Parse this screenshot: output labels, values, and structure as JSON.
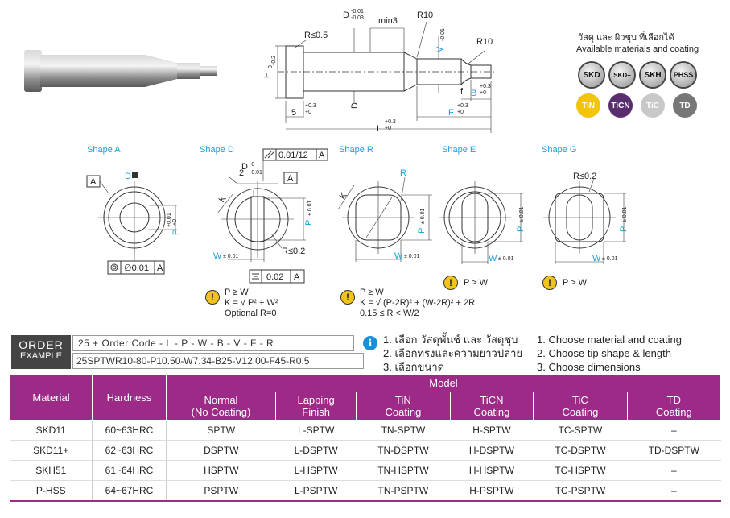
{
  "drawing": {
    "dim_D": "D",
    "dim_D_tol_upper": "-0.01",
    "dim_D_tol_lower": "-0.03",
    "dim_min3": "min3",
    "dim_R10_top": "R10",
    "dim_R05": "R≤0.5",
    "dim_V": "V",
    "dim_V_tol": "-0.01",
    "dim_R10_right": "R10",
    "dim_H": "H",
    "dim_H_tol_upper": "0",
    "dim_H_tol_lower": "-0.2",
    "dim_DT": "D",
    "dim_f": "f",
    "dim_B": "B",
    "dim_B_tol_upper": "+0.3",
    "dim_B_tol_lower": "+0",
    "dim_5": "5",
    "dim_5_tol_upper": "+0.3",
    "dim_5_tol_lower": "+0",
    "dim_F": "F",
    "dim_F_tol_upper": "+0.3",
    "dim_F_tol_lower": "+0",
    "dim_L": "L",
    "dim_L_tol_upper": "+0.3",
    "dim_L_tol_lower": "+0"
  },
  "materials": {
    "title_th": "วัสดุ และ ผิวชุบ ที่เลือกได้",
    "title_en": "Available materials and coating",
    "badges": [
      "SKD",
      "SKD+",
      "SKH",
      "PHSS",
      "TiN",
      "TiCN",
      "TiC",
      "TD"
    ],
    "colors": {
      "tin": "#f2c40a",
      "ticn": "#5a2d6e",
      "tic": "#c8c8c8",
      "td": "#777777"
    }
  },
  "shapes": {
    "a": {
      "title": "Shape A",
      "ref_a": "A",
      "d_label": "D",
      "p_label": "P",
      "p_tol_upper": "+0.01",
      "p_tol_lower": "+0",
      "conc": "∅0.01",
      "conc_ref": "A"
    },
    "d": {
      "title": "Shape D",
      "flat": "0.01/12",
      "flat_ref": "A",
      "d_label": "D",
      "d_tol_upper": "-0",
      "d_tol_lower": "-0.01",
      "two": "2",
      "ref_a": "A",
      "k": "K",
      "p_label": "P",
      "p_tol": "± 0.01",
      "w_label": "W",
      "w_tol": "± 0.01",
      "r": "R≤0.2",
      "sym": "0.02",
      "sym_ref": "A"
    },
    "r": {
      "title": "Shape R",
      "r": "R",
      "k": "K",
      "p_label": "P",
      "p_tol": "± 0.01",
      "w_label": "W",
      "w_tol": "± 0.01"
    },
    "e": {
      "title": "Shape E",
      "p_label": "P",
      "p_tol": "± 0.01",
      "w_label": "W",
      "w_tol": "± 0.01"
    },
    "g": {
      "title": "Shape G",
      "r": "R≤0.2",
      "p_label": "P",
      "p_tol": "± 0.01",
      "w_label": "W",
      "w_tol": "± 0.01"
    }
  },
  "notes": {
    "d": {
      "line1": "P  ≥ W",
      "line2": "K = √ P² + W²",
      "line3": "Optional R=0"
    },
    "r": {
      "line1": "P  ≥ W",
      "line2": "K = √ (P-2R)² + (W-2R)² + 2R",
      "line3": "0.15 ≤ R < W/2"
    },
    "e": {
      "line1": "P > W"
    },
    "g": {
      "line1": "P > W"
    }
  },
  "order": {
    "label1": "ORDER",
    "label2": "EXAMPLE",
    "code": "25  +  Order Code  -  L  -  P  -  W  -  B  -  V  -  F  -  R",
    "example": "25SPTWR10-80-P10.50-W7.34-B25-V12.00-F45-R0.5",
    "steps_th": [
      "1. เลือก วัสดุพั้นช์ และ วัสดุชุบ",
      "2. เลือกทรงและความยาวปลาย",
      "3. เลือกขนาด"
    ],
    "steps_en": [
      "1. Choose material and coating",
      "2. Choose tip shape & length",
      "3. Choose dimensions"
    ]
  },
  "table": {
    "col_material": "Material",
    "col_hardness": "Hardness",
    "col_model": "Model",
    "model_cols": [
      {
        "l1": "Normal",
        "l2": "(No Coating)"
      },
      {
        "l1": "Lapping",
        "l2": "Finish"
      },
      {
        "l1": "TiN",
        "l2": "Coating"
      },
      {
        "l1": "TiCN",
        "l2": "Coating"
      },
      {
        "l1": "TiC",
        "l2": "Coating"
      },
      {
        "l1": "TD",
        "l2": "Coating"
      }
    ],
    "rows": [
      {
        "material": "SKD11",
        "hardness": "60~63HRC",
        "models": [
          "SPTW",
          "L-SPTW",
          "TN-SPTW",
          "H-SPTW",
          "TC-SPTW",
          "–"
        ]
      },
      {
        "material": "SKD11+",
        "hardness": "62~63HRC",
        "models": [
          "DSPTW",
          "L-DSPTW",
          "TN-DSPTW",
          "H-DSPTW",
          "TC-DSPTW",
          "TD-DSPTW"
        ]
      },
      {
        "material": "SKH51",
        "hardness": "61~64HRC",
        "models": [
          "HSPTW",
          "L-HSPTW",
          "TN-HSPTW",
          "H-HSPTW",
          "TC-HSPTW",
          "–"
        ]
      },
      {
        "material": "P-HSS",
        "hardness": "64~67HRC",
        "models": [
          "PSPTW",
          "L-PSPTW",
          "TN-PSPTW",
          "H-PSPTW",
          "TC-PSPTW",
          "–"
        ]
      }
    ],
    "header_color": "#9c2a86"
  }
}
